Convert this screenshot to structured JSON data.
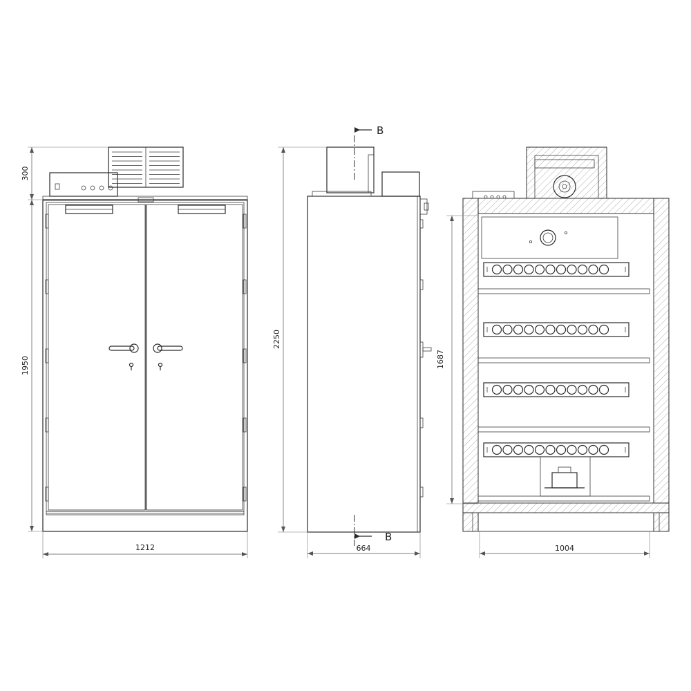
{
  "dimensions": {
    "front_width": "1212",
    "front_top_height": "300",
    "front_body_height": "1950",
    "side_depth": "664",
    "side_total_height": "2250",
    "section_width": "1004",
    "section_inner_height": "1687"
  },
  "section_marker": {
    "top_letter": "B",
    "bottom_letter": "B"
  },
  "colors": {
    "line": "#2a2a2a",
    "background": "#ffffff"
  }
}
